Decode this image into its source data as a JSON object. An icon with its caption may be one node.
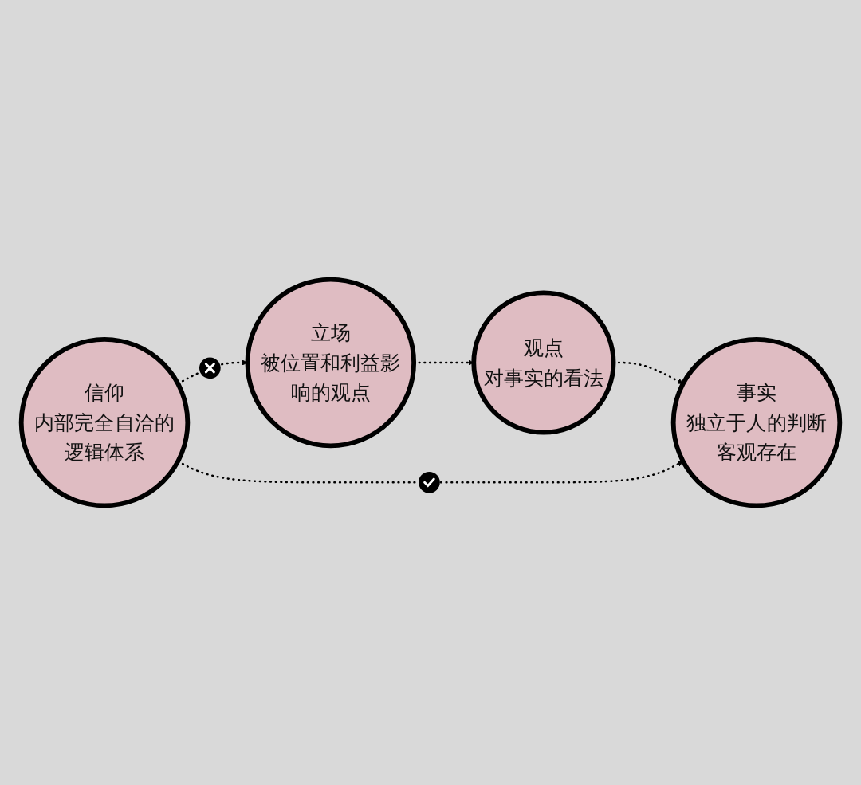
{
  "diagram": {
    "nodes": [
      {
        "text": [
          "事实",
          "独立于人的判断客观存在"
        ]
      },
      {
        "text": [
          "观点",
          "对事实的看法"
        ]
      },
      {
        "text": [
          "信仰",
          "内部完全自洽的逻辑体系"
        ]
      },
      {
        "text": [
          "立场",
          "被位置和利益影响的观点"
        ]
      }
    ],
    "edges": [
      {
        "from": 1,
        "to": 0,
        "arrow": "to",
        "style": "dashed"
      },
      {
        "from": 3,
        "to": 1,
        "arrow": "to",
        "style": "dashed"
      },
      {
        "from": 2,
        "to": 3,
        "arrow": "to",
        "style": "dashed"
      },
      {
        "from": 2,
        "to": 0,
        "arrow": "to",
        "style": "dashed"
      }
    ]
  }
}
